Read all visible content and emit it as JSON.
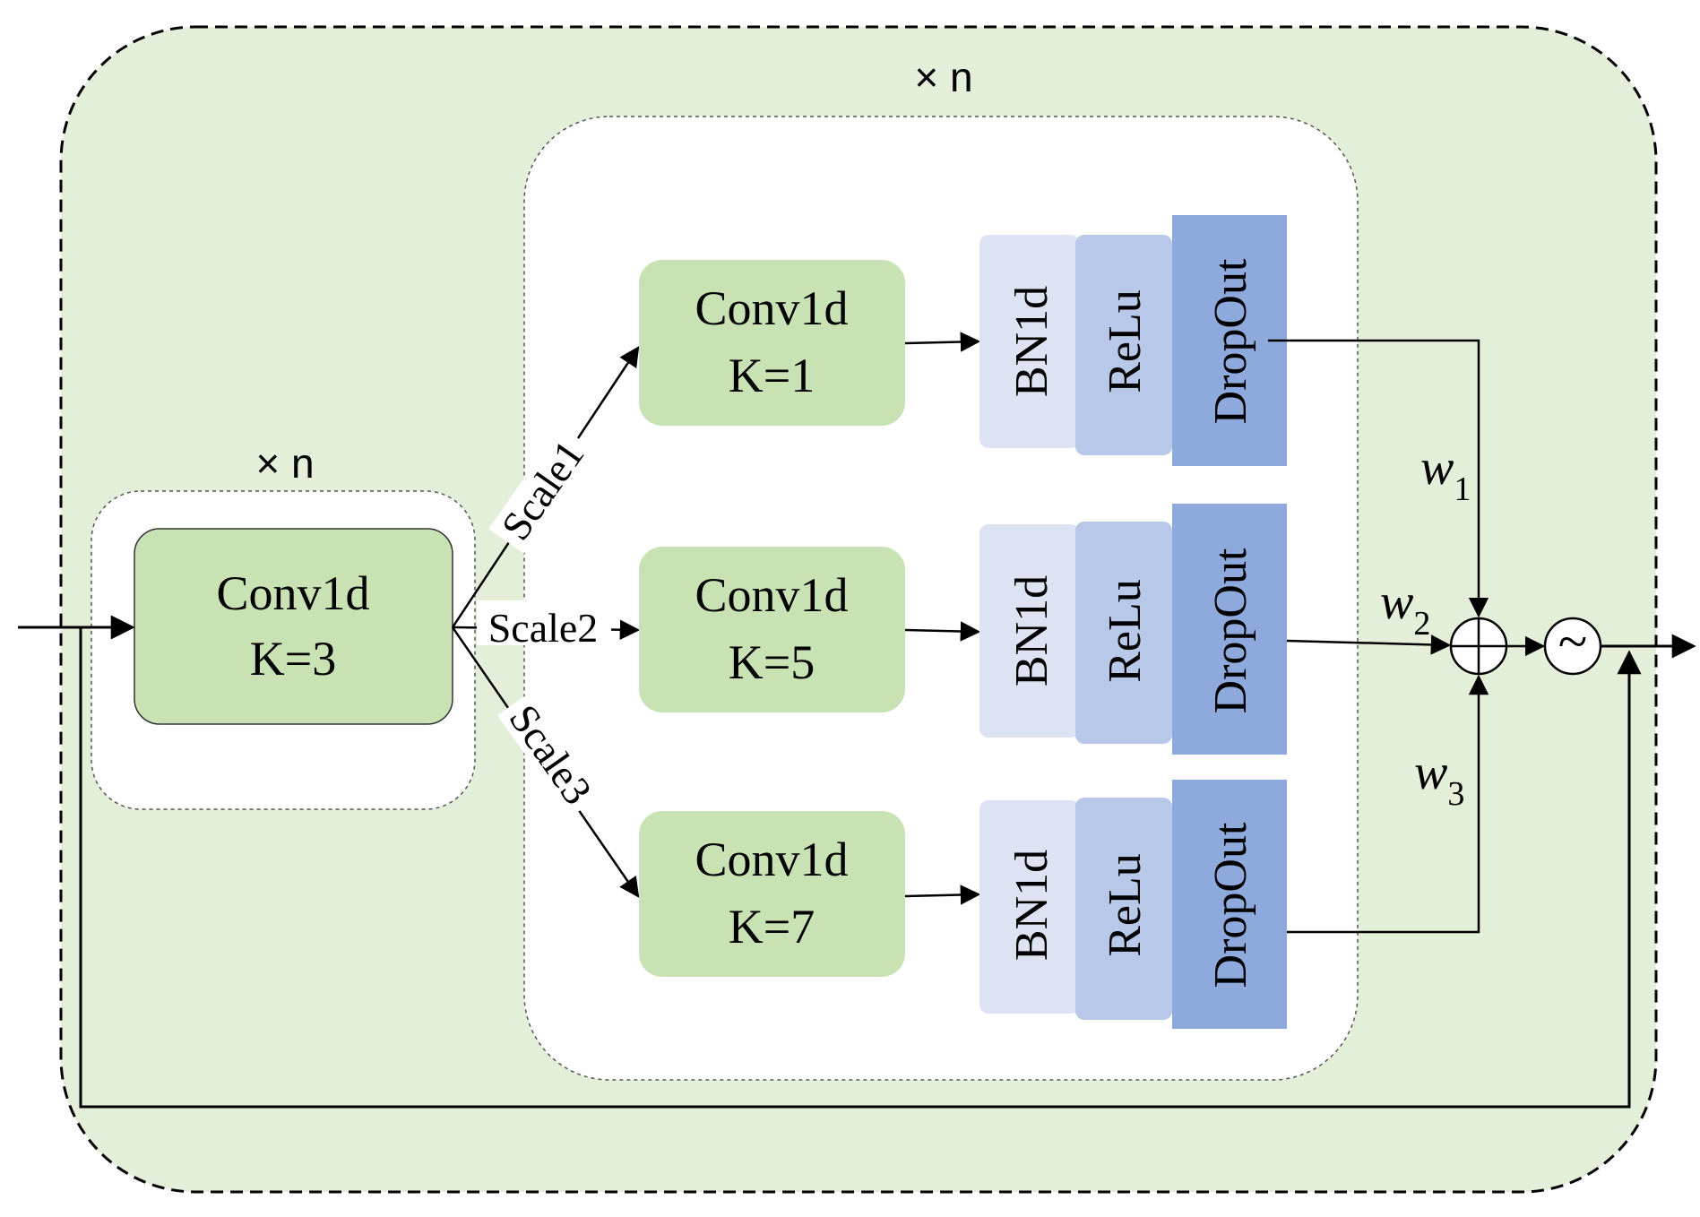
{
  "colors": {
    "outer_fill": "#e3efd8",
    "conv_fill": "#c8e2b4",
    "bn_fill": "#dde3f2",
    "relu_fill": "#b8c8e8",
    "dropout_fill": "#8eaadc",
    "line": "#000000"
  },
  "outer_repeat": "× n",
  "inner_repeat": "× n",
  "first_conv": {
    "line1": "Conv1d",
    "line2": "K=3"
  },
  "branches": [
    {
      "scale": "Scale1",
      "conv_line1": "Conv1d",
      "conv_line2": "K=1",
      "bn": "BN1d",
      "relu": "ReLu",
      "dropout": "DropOut",
      "weight": "w",
      "weight_sub": "1"
    },
    {
      "scale": "Scale2",
      "conv_line1": "Conv1d",
      "conv_line2": "K=5",
      "bn": "BN1d",
      "relu": "ReLu",
      "dropout": "DropOut",
      "weight": "w",
      "weight_sub": "2"
    },
    {
      "scale": "Scale3",
      "conv_line1": "Conv1d",
      "conv_line2": "K=7",
      "bn": "BN1d",
      "relu": "ReLu",
      "dropout": "DropOut",
      "weight": "w",
      "weight_sub": "3"
    }
  ],
  "sum_symbol": "⊕",
  "activation_symbol": "~"
}
